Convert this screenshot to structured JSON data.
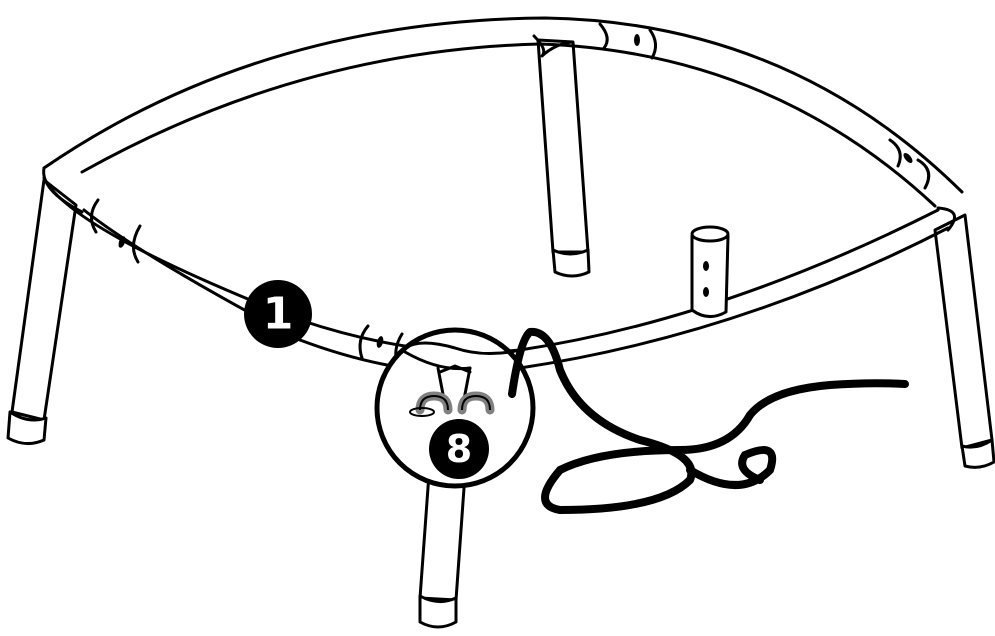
{
  "callouts": [
    {
      "id": "frame-ring",
      "label": "1"
    },
    {
      "id": "leg-socket-hook",
      "label": "8"
    }
  ],
  "colors": {
    "line": "#000000",
    "background": "#ffffff",
    "callout_fill": "#000000",
    "callout_text": "#ffffff",
    "hook_gray": "#808080"
  }
}
